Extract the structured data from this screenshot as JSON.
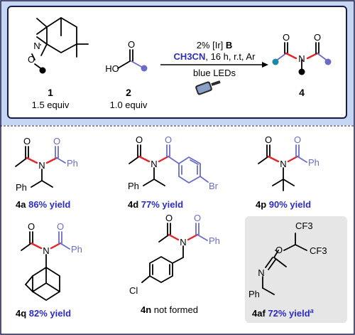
{
  "colors": {
    "panel_bg": "#C4D6F2",
    "panel_inner": "#FFFFFF",
    "border": "#1A1A4B",
    "accent_blue": "#2C2CC9",
    "acyl_purple": "#6A6CC8",
    "red_bond": "#E3262B",
    "teal_dot": "#1B8AA6",
    "gray_box": "#E6E6E6"
  },
  "reaction": {
    "reagent1": {
      "label": "1",
      "equiv": "1.5 equiv",
      "atoms": [
        "O",
        "N"
      ]
    },
    "reagent2": {
      "label": "2",
      "equiv": "1.0 equiv",
      "atoms": [
        "HO",
        "O"
      ]
    },
    "conditions": {
      "catalyst_prefix": "2% [Ir] ",
      "catalyst_bold": "B",
      "solvent": "CH3CN",
      "solvent_rest": ", 16 h, r.t, Ar",
      "light": "blue LEDs"
    },
    "product": {
      "label": "4",
      "atoms": [
        "O",
        "N",
        "O"
      ]
    }
  },
  "examples": [
    {
      "id": "4a",
      "yield_text": "86% yield",
      "substituents": [
        "O",
        "N",
        "O",
        "Ph",
        "Ph"
      ]
    },
    {
      "id": "4d",
      "yield_text": "77% yield",
      "substituents": [
        "O",
        "N",
        "O",
        "Ph",
        "Br"
      ]
    },
    {
      "id": "4p",
      "yield_text": "90% yield",
      "substituents": [
        "O",
        "N",
        "O",
        "Ph"
      ]
    },
    {
      "id": "4q",
      "yield_text": "82% yield",
      "substituents": [
        "O",
        "N",
        "O",
        "Ph"
      ]
    },
    {
      "id": "4n",
      "note": "not formed",
      "substituents": [
        "O",
        "N",
        "O",
        "Ph",
        "Cl"
      ]
    },
    {
      "id": "4af",
      "yield_text": "72% yield",
      "footnote": "a",
      "substituents": [
        "CF3",
        "CF3",
        "O",
        "N",
        "Ph"
      ]
    }
  ]
}
